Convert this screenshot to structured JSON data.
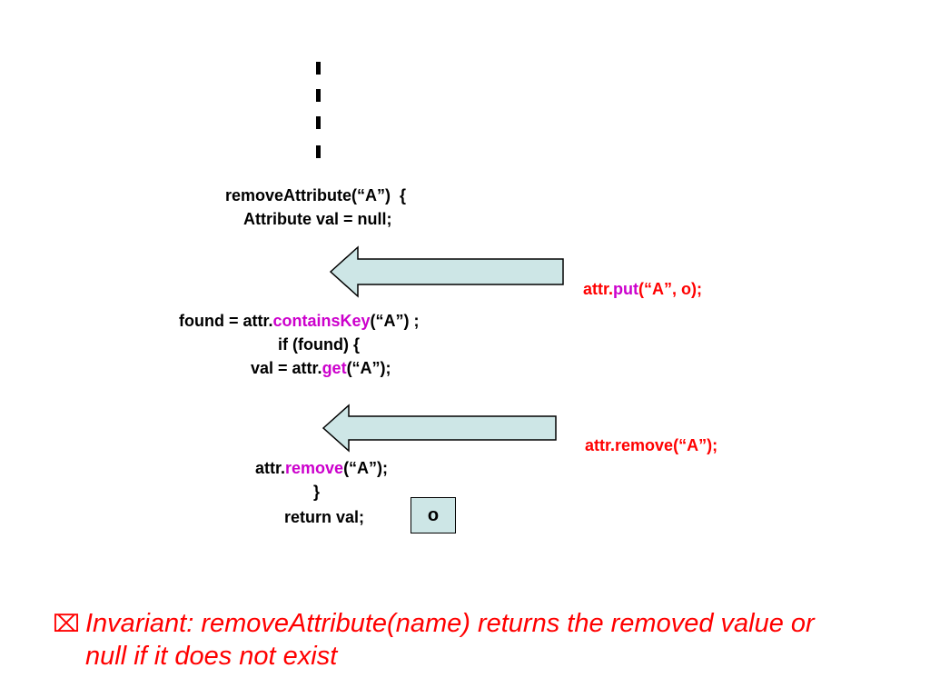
{
  "code": {
    "line1": "removeAttribute(“A”)  {",
    "line2": "Attribute val = null;",
    "line3_pre": "found = attr.",
    "line3_kw": "containsKey",
    "line3_post": "(“A”) ;",
    "line4": "if (found) {",
    "line5_pre": "val = attr.",
    "line5_kw": "get",
    "line5_post": "(“A”);",
    "line6_pre": "attr.",
    "line6_kw": "remove",
    "line6_post": "(“A”);",
    "line7": "}",
    "line8": "return val;"
  },
  "interleave": {
    "put_pre": "attr.",
    "put_kw": "put",
    "put_post": "(“A”, o);",
    "remove_pre": "attr.",
    "remove_kw": "remove",
    "remove_post": "(“A”);"
  },
  "return_value_box": "o",
  "bullet": {
    "icon": "boxed-x-icon",
    "mark": "⌧",
    "text": "Invariant: removeAttribute(name) returns the removed value or null if it does not exist"
  },
  "colors": {
    "keyword": "#cc00cc",
    "thread_text": "#ff0000",
    "arrow_fill": "#cde6e6",
    "bullet_text": "#ff0000"
  }
}
